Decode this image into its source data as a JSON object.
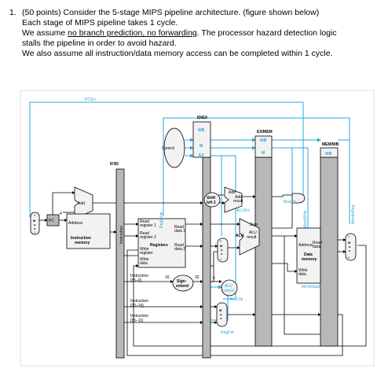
{
  "question": {
    "number": "1.",
    "line1": "(50 points) Consider the 5-stage MIPS pipeline architecture. (figure shown below)",
    "line2": "Each stage of MIPS pipeline takes 1 cycle.",
    "line3_pre": "We assume ",
    "line3_u": "no branch prediction, no forwarding",
    "line3_post": ". The processor hazard detection logic",
    "line4": "stalls the pipeline in order to avoid hazard.",
    "line5": "We also assume all instruction/data memory access can be completed within 1 cycle."
  },
  "figure": {
    "pcsrc": "PCSrc",
    "id_ex": "ID/EX",
    "ex_mem": "EX/MEM",
    "mem_wb": "MEM/WB",
    "if_id": "IF/ID",
    "control": "Control",
    "wb": "WB",
    "m": "M",
    "ex": "EX",
    "add": "Add",
    "four": "4",
    "pc": "PC",
    "address": "Address",
    "instruction_memory_1": "Instruction",
    "instruction_memory_2": "memory",
    "instruction_vertical": "Instruction",
    "regwrite": "RegWrite",
    "read_register_1a": "Read",
    "read_register_1b": "register 1",
    "read_register_2a": "Read",
    "read_register_2b": "register 2",
    "read_data_1a": "Read",
    "read_data_1b": "data 1",
    "read_data_2a": "Read",
    "read_data_2b": "data 2",
    "registers": "Registers",
    "write_register_a": "Write",
    "write_register_b": "register",
    "write_data_a": "Write",
    "write_data_b": "data",
    "shift_a": "Shift",
    "shift_b": "left 2",
    "add_result_a": "Add",
    "add_result_b": "Add",
    "add_result_c": "result",
    "alusrc": "ALUSrc",
    "zero": "Zero",
    "alu": "ALU",
    "alu_result_a": "ALU",
    "alu_result_b": "result",
    "branch": "Branch",
    "memwrite": "MemWrite",
    "memtoreg": "MemtoReg",
    "data_address": "Address",
    "data_read_a": "Read",
    "data_read_b": "data",
    "data_memory_a": "Data",
    "data_memory_b": "memory",
    "data_write_a": "Write",
    "data_write_b": "data",
    "memread": "MemRead",
    "instr_15_0a": "Instruction",
    "instr_15_0b": "[15–0]",
    "sixteen": "16",
    "thirtytwo": "32",
    "sign_a": "Sign-",
    "sign_b": "extend",
    "six": "6",
    "alu_control_a": "ALU",
    "alu_control_b": "control",
    "instr_20_16a": "Instruction",
    "instr_20_16b": "[20–16]",
    "instr_15_11a": "Instruction",
    "instr_15_11b": "[15–11]",
    "aluop": "ALUOp",
    "regdst": "RegDst",
    "mux_m": "M",
    "mux_u": "u",
    "mux_x": "x",
    "mux_0": "0",
    "mux_1": "1"
  },
  "colors": {
    "control_lines": "#2aa7e0",
    "datapath": "#000000",
    "register_fill": "#b8b8b8",
    "unit_fill": "#f2f2f2"
  }
}
